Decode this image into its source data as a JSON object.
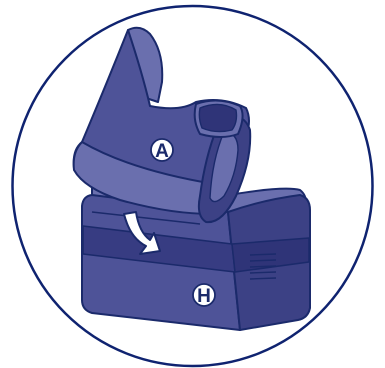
{
  "figure": {
    "frame_shape": "circle",
    "colors": {
      "outline": "#1b2a6b",
      "frame_stroke": "#0f2370",
      "part_fill": "#4e5398",
      "part_fill_light": "#6a6fae",
      "part_fill_dark": "#3c4185",
      "band_fill": "#373c82",
      "callout_fill": "#ffffff",
      "arrow_fill": "#ffffff",
      "background": "#ffffff"
    }
  },
  "parts": {
    "upper": {
      "icon": "mouthpiece-cap",
      "callout": "A"
    },
    "lower": {
      "icon": "inhaler-body",
      "callout": "H"
    }
  },
  "action": {
    "icon": "curved-arrow-down-right"
  }
}
